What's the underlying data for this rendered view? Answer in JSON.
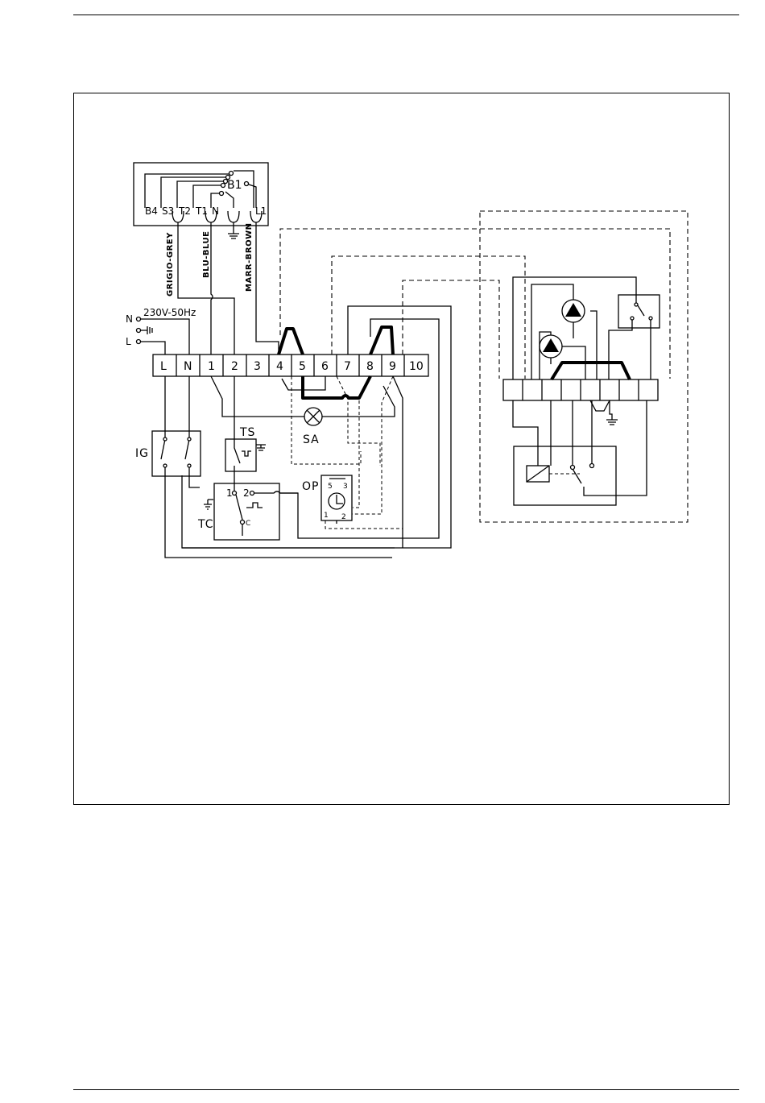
{
  "board": {
    "label": "B1",
    "terminals": [
      "B4",
      "S3",
      "T2",
      "T1",
      "N",
      "L1"
    ]
  },
  "wires": {
    "grey": "GRIGIO-GREY",
    "blue": "BLU-BLUE",
    "brown": "MARR-BROWN"
  },
  "supply": {
    "voltage": "230V-50Hz",
    "n": "N",
    "l": "L"
  },
  "terminal_strip": [
    "L",
    "N",
    "1",
    "2",
    "3",
    "4",
    "5",
    "6",
    "7",
    "8",
    "9",
    "10"
  ],
  "components": {
    "ig": "IG",
    "ts": "TS",
    "sa": "SA",
    "tc": "TC",
    "op": "OP",
    "tc_pins": [
      "1",
      "2",
      "C"
    ],
    "op_pins": [
      "5",
      "3",
      "1",
      "2"
    ]
  },
  "colors": {
    "line": "#000000",
    "background": "#ffffff"
  }
}
